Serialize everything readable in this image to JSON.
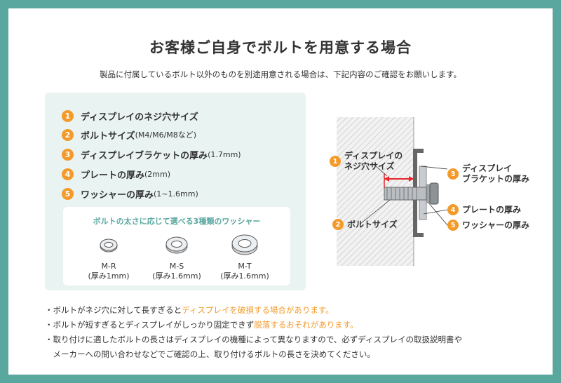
{
  "header": {
    "title": "お客様ご自身でボルトを用意する場合",
    "subtitle": "製品に付属しているボルト以外のものを別途用意される場合は、下記内容のご確認をお願いします。"
  },
  "checklist": [
    {
      "num": "1",
      "label": "ディスプレイのネジ穴サイズ",
      "note": ""
    },
    {
      "num": "2",
      "label": "ボルトサイズ",
      "note": "(M4/M6/M8など)"
    },
    {
      "num": "3",
      "label": "ディスプレイブラケットの厚み",
      "note": "(1.7mm)"
    },
    {
      "num": "4",
      "label": "プレートの厚み",
      "note": "(2mm)"
    },
    {
      "num": "5",
      "label": "ワッシャーの厚み",
      "note": "(1~1.6mm)"
    }
  ],
  "washers": {
    "title": "ボルトの太さに応じて選べる3種類のワッシャー",
    "items": [
      {
        "name": "M-R",
        "thickness": "(厚み1mm)"
      },
      {
        "name": "M-S",
        "thickness": "(厚み1.6mm)"
      },
      {
        "name": "M-T",
        "thickness": "(厚み1.6mm)"
      }
    ]
  },
  "diagram": {
    "labels": [
      {
        "num": "1",
        "line1": "ディスプレイの",
        "line2": "ネジ穴サイズ"
      },
      {
        "num": "2",
        "line1": "ボルトサイズ",
        "line2": ""
      },
      {
        "num": "3",
        "line1": "ディスプレイ",
        "line2": "ブラケットの厚み"
      },
      {
        "num": "4",
        "line1": "プレートの厚み",
        "line2": ""
      },
      {
        "num": "5",
        "line1": "ワッシャーの厚み",
        "line2": ""
      }
    ]
  },
  "notes": [
    {
      "prefix": "・ボルトがネジ穴に対して長すぎると",
      "highlight": "ディスプレイを破損する場合があります。",
      "suffix": ""
    },
    {
      "prefix": "・ボルトが短すぎるとディスプレイがしっかり固定できず",
      "highlight": "脱落するおそれがあります。",
      "suffix": ""
    },
    {
      "prefix": "・取り付けに適したボルトの長さはディスプレイの機種によって異なりますので、必ずディスプレイの取扱説明書や",
      "highlight": "",
      "suffix": ""
    },
    {
      "prefix": "　メーカーへの問い合わせなどでご確認の上、取り付けるボルトの長さを決めてください。",
      "highlight": "",
      "suffix": ""
    }
  ],
  "colors": {
    "accent": "#f39a2a",
    "teal": "#5aa7a0",
    "panel": "#e9f3f2",
    "arrow": "#e8262b"
  }
}
